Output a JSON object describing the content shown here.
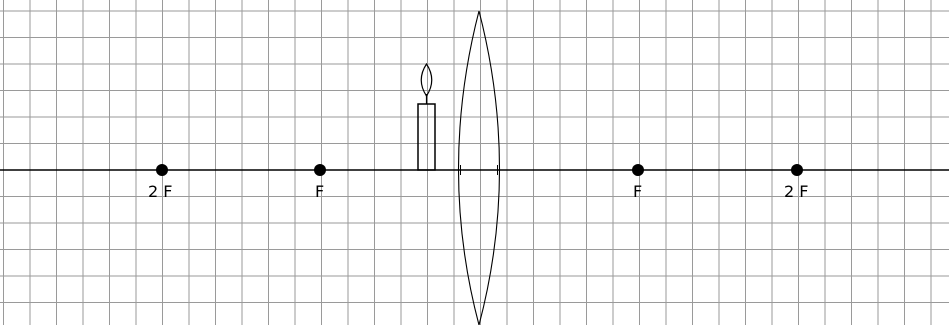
{
  "diagram": {
    "point_labels": {
      "left_2f": "2 F",
      "left_f": "F",
      "right_f": "F",
      "right_2f": "2 F"
    },
    "colors": {
      "grid": "#9a9a9a",
      "axis": "#000000",
      "background": "#ffffff"
    }
  }
}
